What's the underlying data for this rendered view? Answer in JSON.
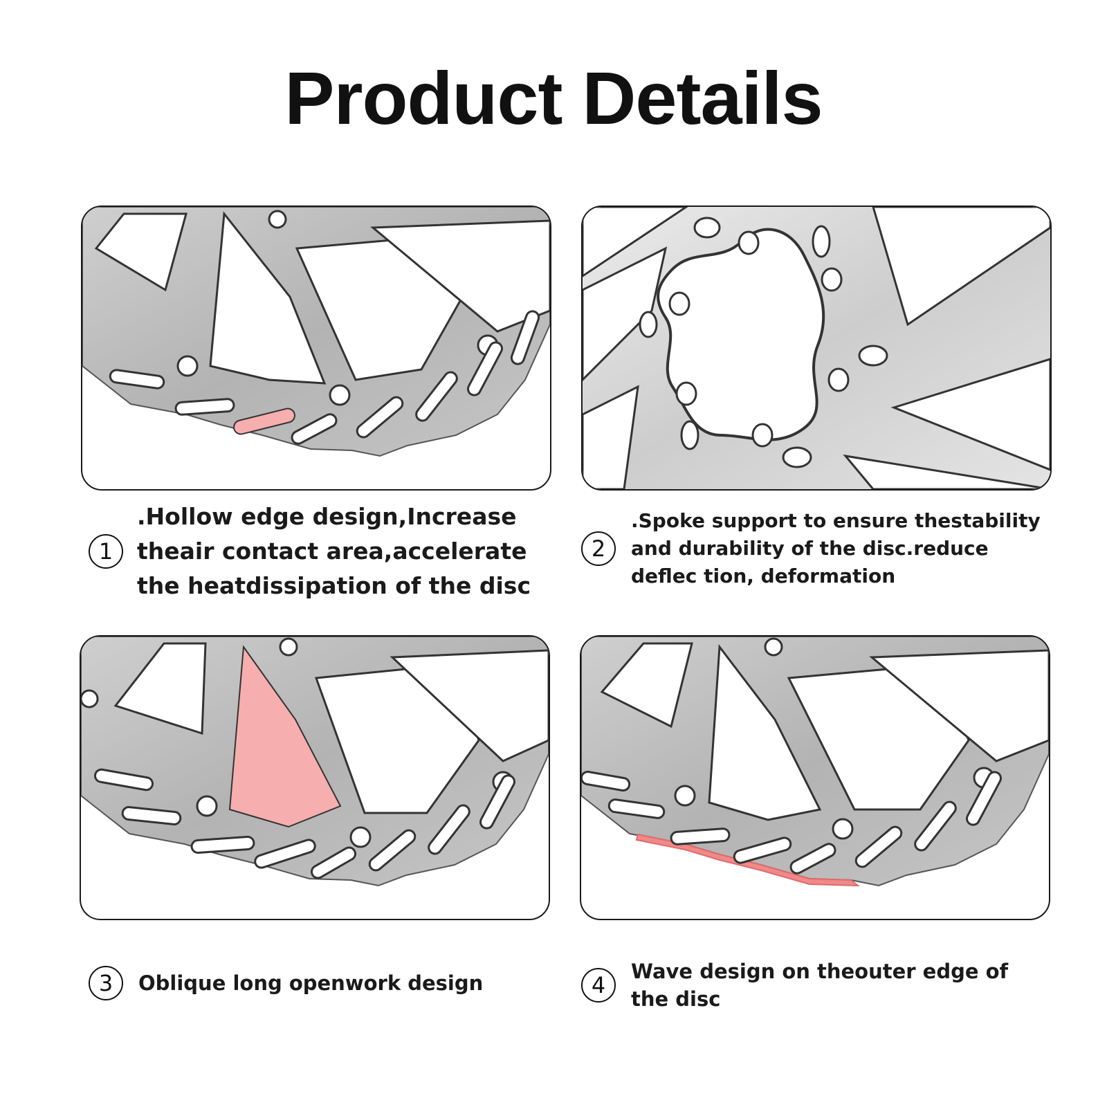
{
  "page": {
    "title": "Product Details"
  },
  "features": [
    {
      "number": "1",
      "text": ".Hollow edge design,Increase theair contact area,accelerate the heatdissipation of the disc",
      "image": "disc-rotor-edge-close-up"
    },
    {
      "number": "2",
      "text": ".Spoke support to ensure thestability and durability of the disc.reduce deflec tion, deformation",
      "image": "disc-rotor-center-close-up"
    },
    {
      "number": "3",
      "text": "Oblique long openwork design",
      "image": "disc-rotor-spoke-close-up"
    },
    {
      "number": "4",
      "text": "Wave design on theouter edge of the disc",
      "image": "disc-rotor-wave-edge-close-up"
    }
  ],
  "colors": {
    "metal": "#b9b9b9",
    "highlight": "#f7aeae",
    "outline": "#1a1a1a"
  }
}
